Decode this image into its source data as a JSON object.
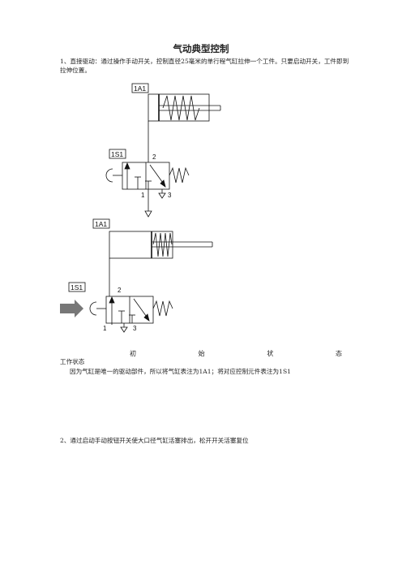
{
  "title": "气动典型控制",
  "section1": {
    "intro": "1、直接驱动：通过操作手动开关，控制直径25毫米的单行程气缸拉伸一个工件。只要启动开关，工件即到拉伸位置。",
    "diagram1": {
      "cylinder_tag": "1A1",
      "valve_tag": "1S1",
      "port_out": "2",
      "port_in": "1",
      "port_exhaust": "3"
    },
    "diagram2": {
      "cylinder_tag": "1A1",
      "valve_tag": "1S1",
      "port_out": "2",
      "port_in": "1",
      "port_exhaust": "3"
    },
    "state_words": [
      "初",
      "始",
      "状",
      "态"
    ],
    "state_tail": "工作状态",
    "explanation": "因为气缸是唯一的驱动部件，所以将气缸表注为1A1；将对应控制元件表注为1S1"
  },
  "section2": {
    "intro": "2、通过启动手动按钮开关使大口径气缸活塞排出，松开开关活塞复位"
  }
}
